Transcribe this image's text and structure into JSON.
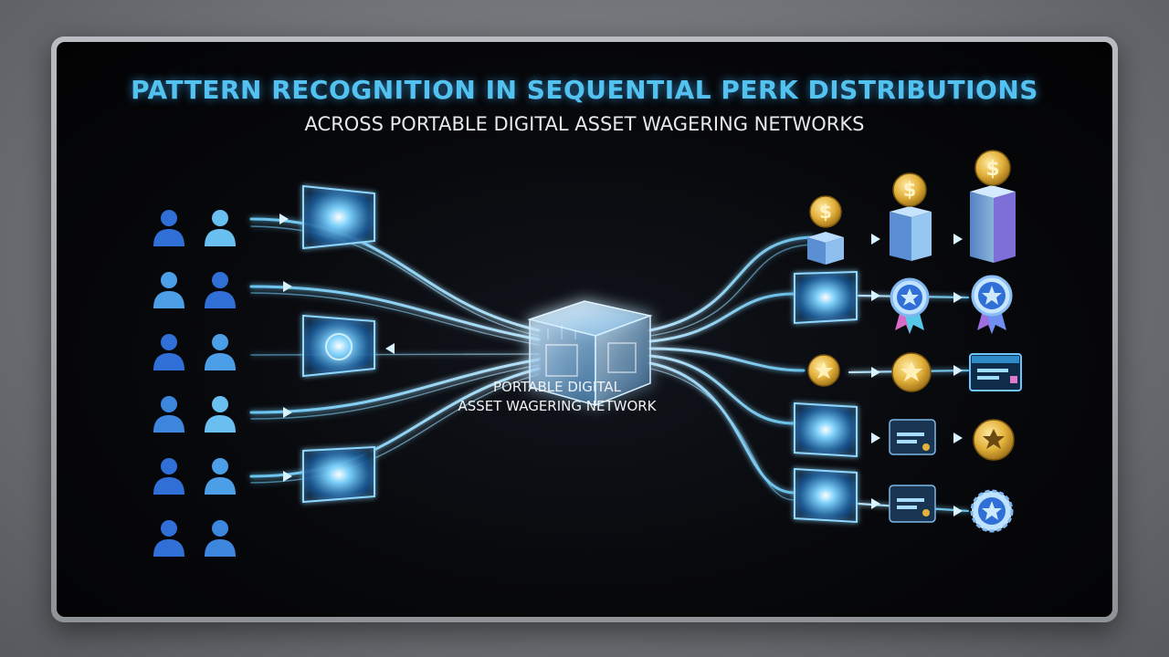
{
  "title": "PATTERN RECOGNITION IN SEQUENTIAL PERK DISTRIBUTIONS",
  "subtitle": "ACROSS PORTABLE DIGITAL ASSET WAGERING NETWORKS",
  "hub": {
    "label_line1": "PORTABLE DIGITAL",
    "label_line2": "ASSET WAGERING NETWORK"
  },
  "colors": {
    "accent": "#53c2f0",
    "user_dark": "#2f6fd6",
    "user_light": "#63b8ef",
    "gold": "#e0b43a"
  },
  "icons": {
    "users": "user-icon",
    "coin": "dollar-coin-icon",
    "badge": "star-badge-icon",
    "card": "reward-card-icon",
    "cube": "network-cube-icon"
  }
}
